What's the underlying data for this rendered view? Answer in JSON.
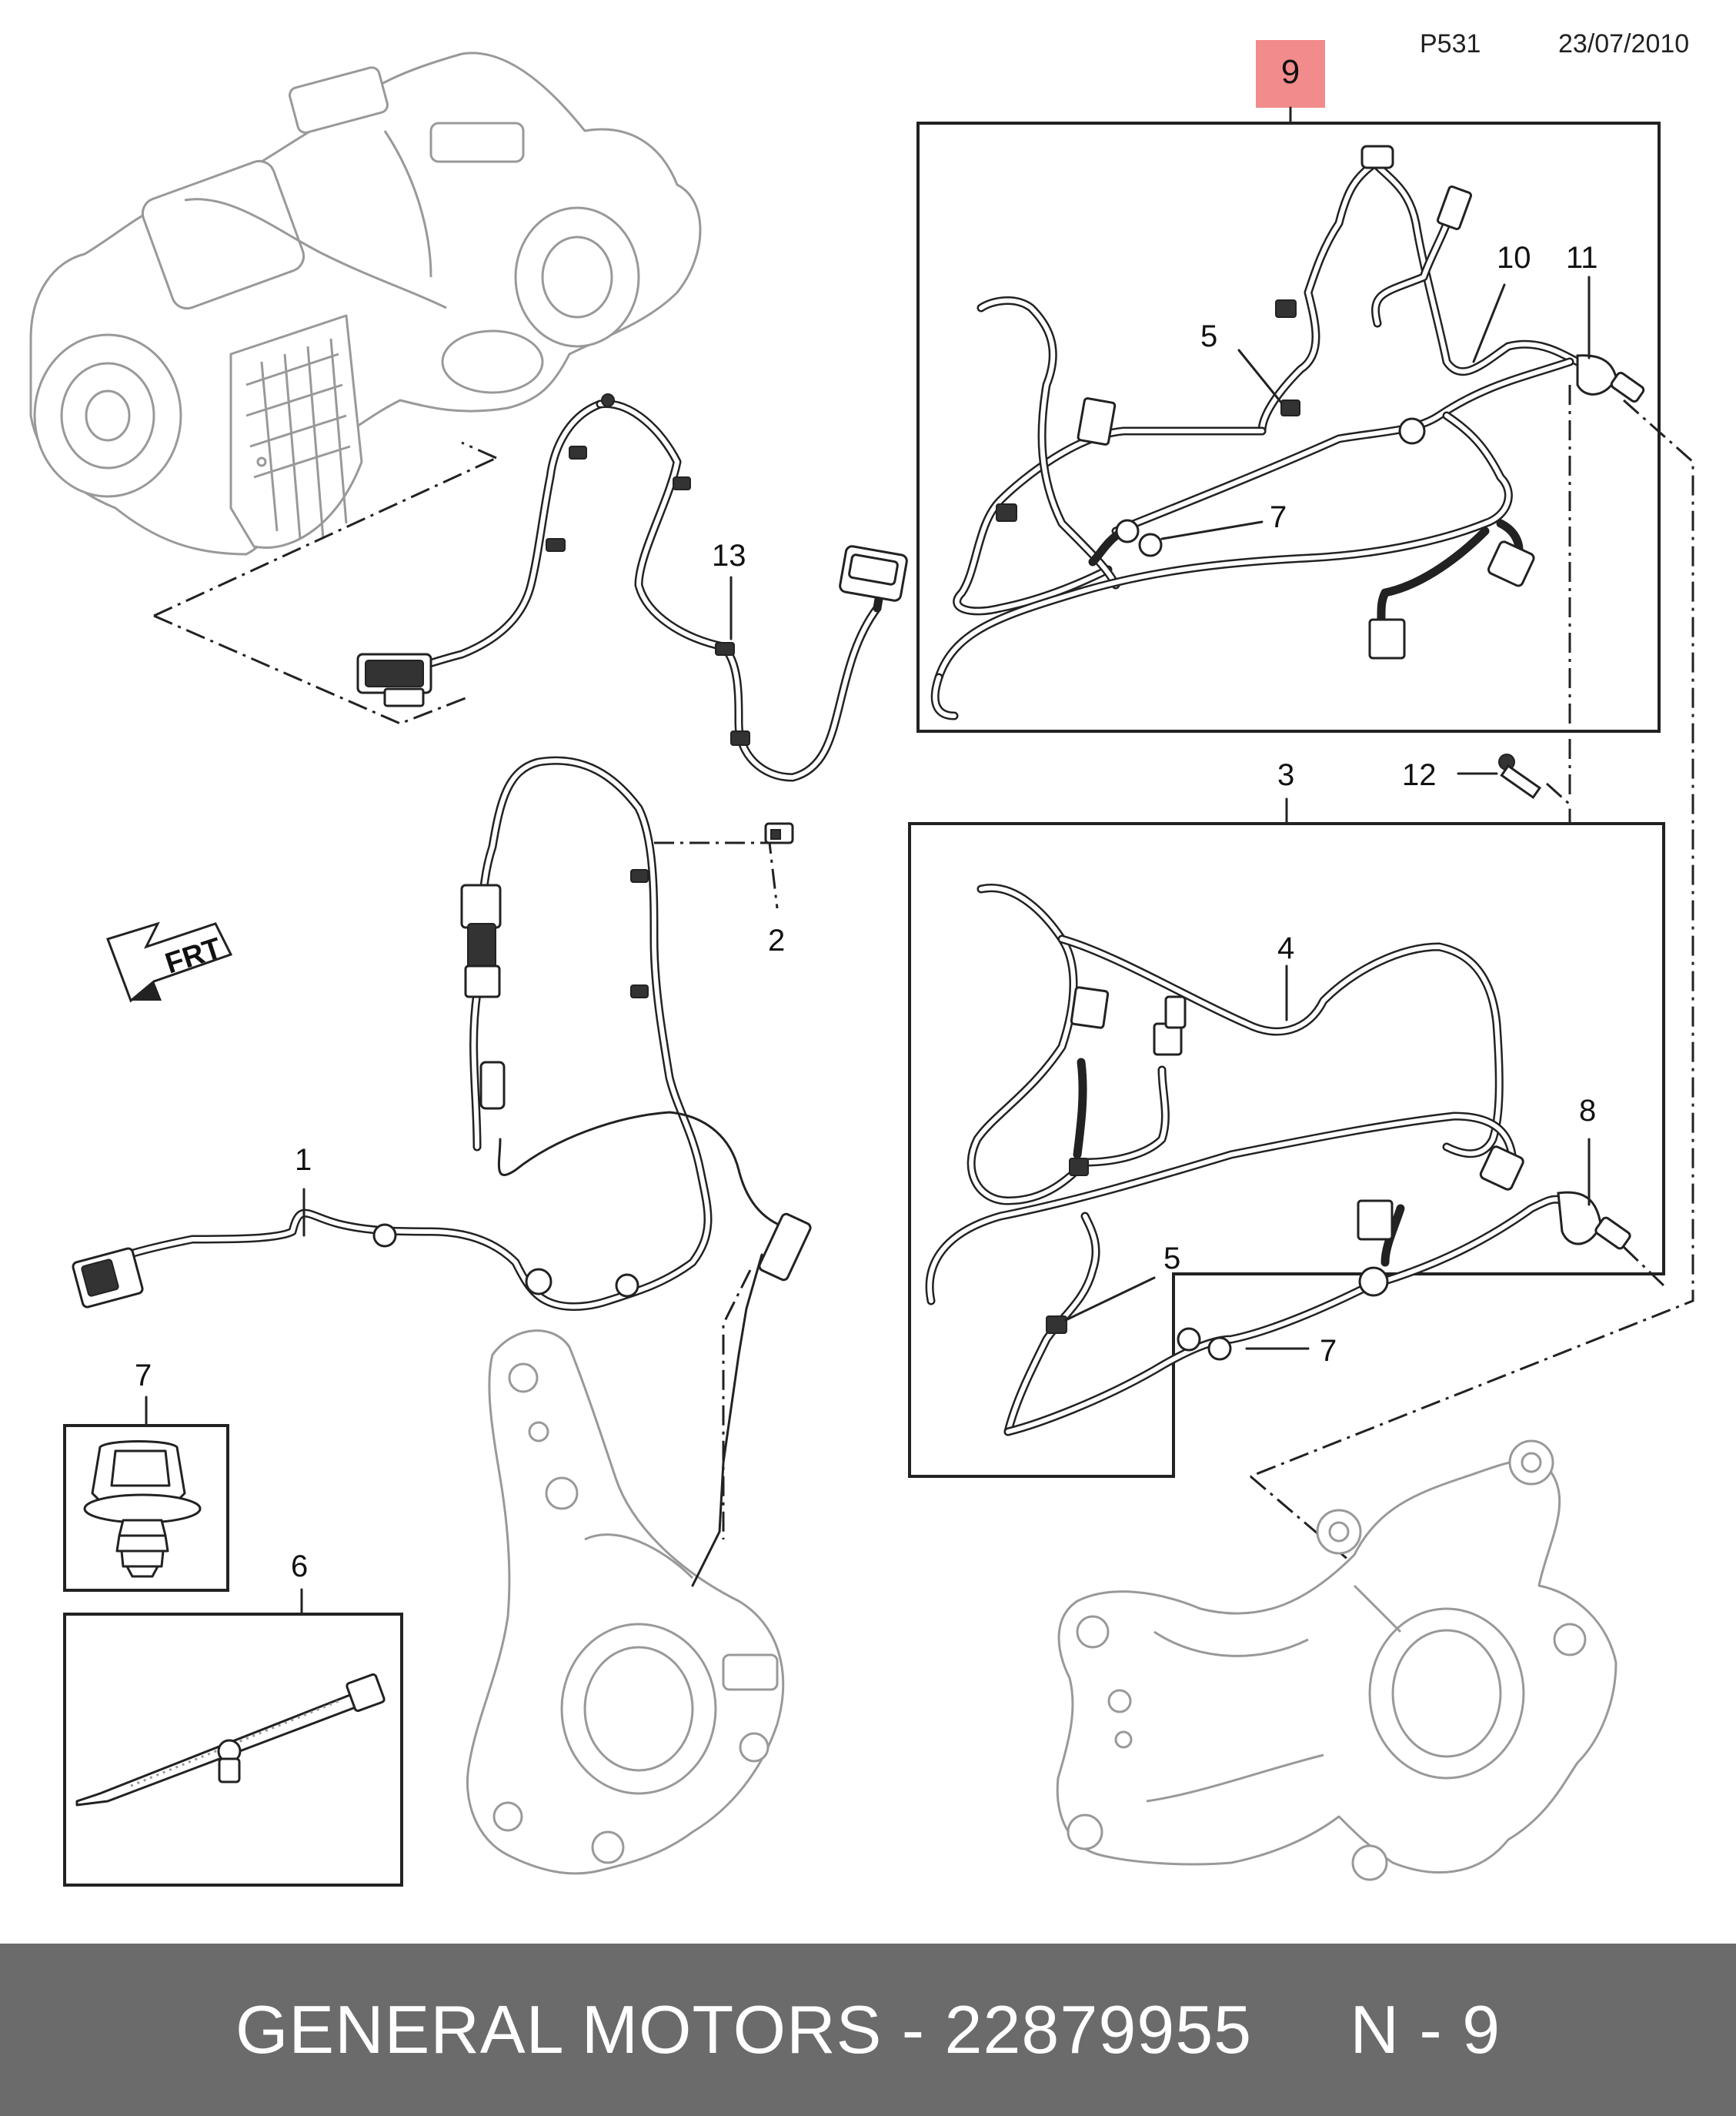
{
  "header": {
    "page_code": "P531",
    "date": "23/07/2010"
  },
  "highlight_label": "9",
  "arrow_text": "FRT",
  "callouts": {
    "c1": "1",
    "c2": "2",
    "c3": "3",
    "c4": "4",
    "c5a": "5",
    "c5b": "5",
    "c6": "6",
    "c7a": "7",
    "c7b": "7",
    "c7c": "7",
    "c8": "8",
    "c10": "10",
    "c11": "11",
    "c12": "12",
    "c13": "13"
  },
  "colors": {
    "highlight": "#f28b8b",
    "footer_bg": "#6b6b6b",
    "footer_text": "#ffffff"
  },
  "footer": {
    "text": "GENERAL MOTORS - 22879955     N - 9"
  }
}
